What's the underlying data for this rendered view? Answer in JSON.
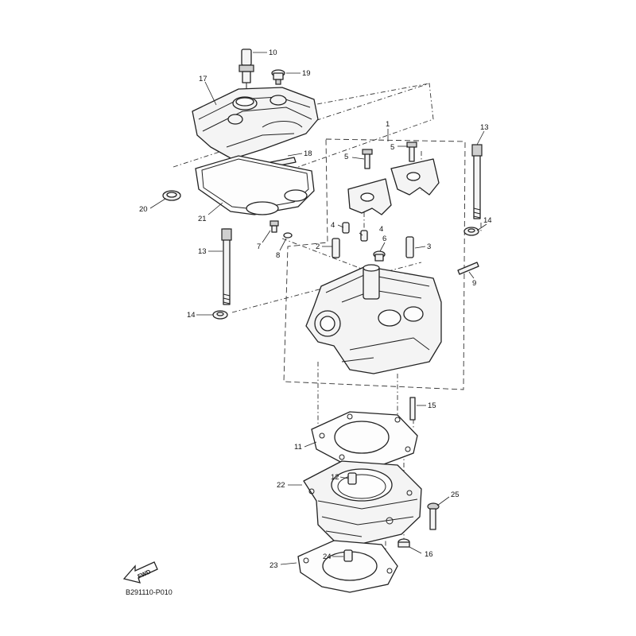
{
  "diagram_code": "B291110-P010",
  "fwd_label": "FWD",
  "callouts": {
    "c1": "1",
    "c2": "2",
    "c3": "3",
    "c4a": "4",
    "c4b": "4",
    "c5a": "5",
    "c5b": "5",
    "c6": "6",
    "c7": "7",
    "c8": "8",
    "c9": "9",
    "c10": "10",
    "c11": "11",
    "c12": "12",
    "c13a": "13",
    "c13b": "13",
    "c14a": "14",
    "c14b": "14",
    "c15": "15",
    "c16": "16",
    "c17": "17",
    "c18": "18",
    "c19": "19",
    "c20": "20",
    "c21": "21",
    "c22": "22",
    "c23": "23",
    "c24": "24",
    "c25": "25"
  }
}
